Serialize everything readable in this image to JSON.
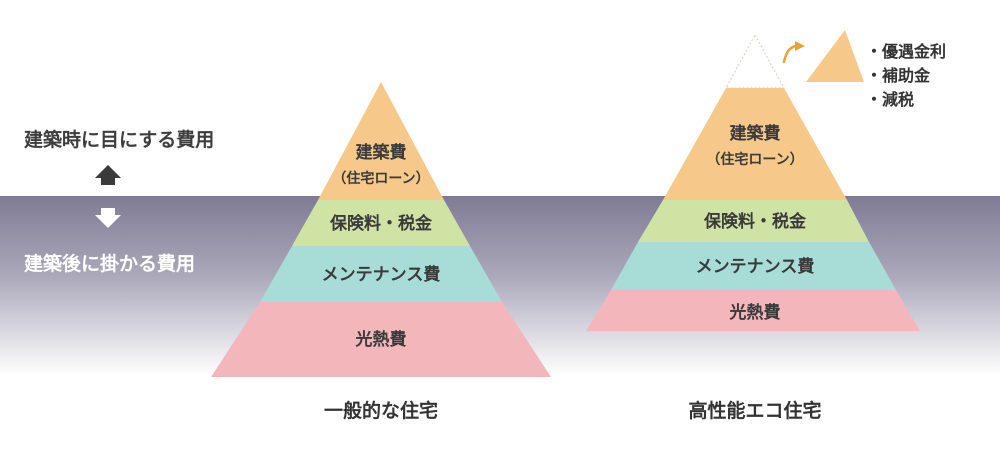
{
  "side_labels": {
    "top": "建築時に目にする費用",
    "bottom": "建築後に掛かる費用"
  },
  "pyramid_left": {
    "caption": "一般的な住宅",
    "layers": {
      "construction": "建築費",
      "construction_sub": "（住宅ローン）",
      "insurance": "保険料・税金",
      "maintenance": "メンテナンス費",
      "utilities": "光熱費"
    }
  },
  "pyramid_right": {
    "caption": "高性能エコ住宅",
    "layers": {
      "construction": "建築費",
      "construction_sub": "（住宅ローン）",
      "insurance": "保険料・税金",
      "maintenance": "メンテナンス費",
      "utilities": "光熱費"
    },
    "benefits": [
      "・優遇金利",
      "・補助金",
      "・減税"
    ]
  },
  "colors": {
    "construction": "#f6c98a",
    "insurance": "#cfe3a4",
    "maintenance": "#a8dcd7",
    "utilities": "#f3b7bb",
    "band_top": "#84809a",
    "arrow": "#e9a23b"
  }
}
